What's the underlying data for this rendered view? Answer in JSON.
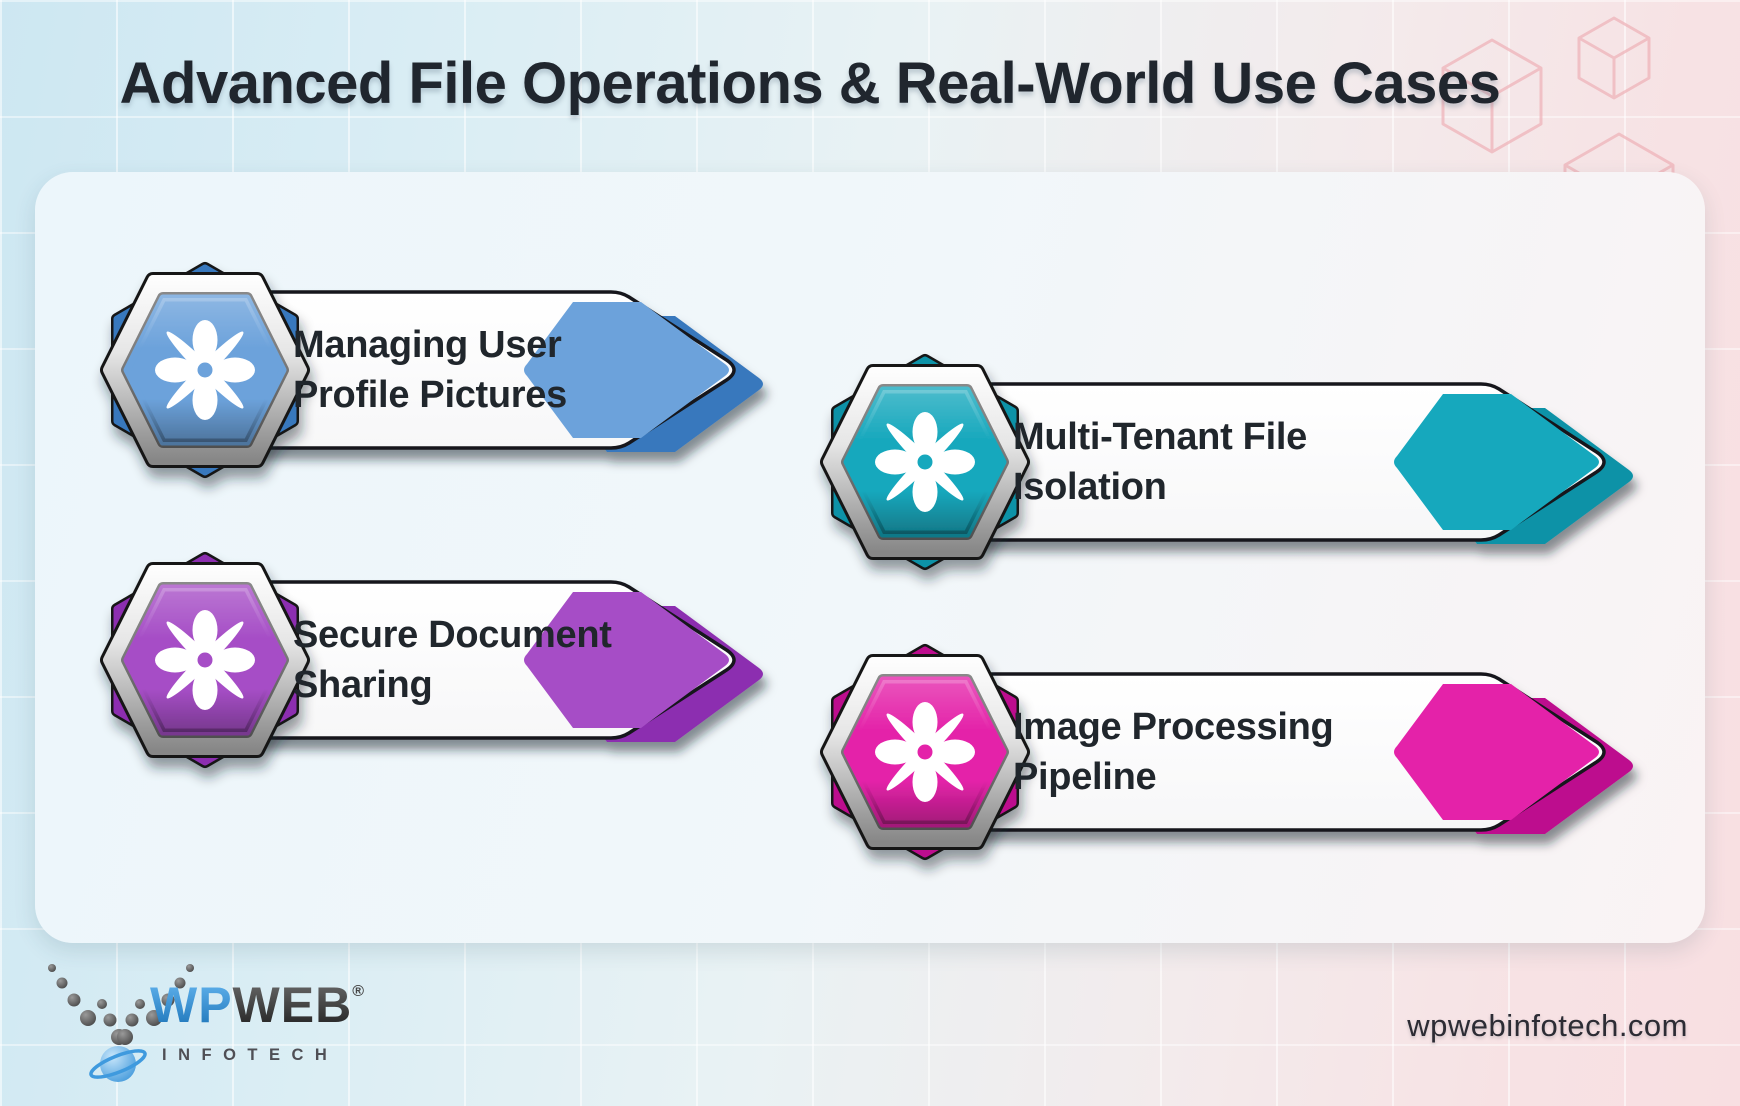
{
  "page": {
    "title": "Advanced File Operations & Real-World Use Cases",
    "website": "wpwebinfotech.com"
  },
  "brand": {
    "name_primary": "WP",
    "name_secondary": "WEB",
    "registered_mark": "®",
    "subtitle": "INFOTECH"
  },
  "use_cases": [
    {
      "label_lines": [
        "Managing User",
        "Profile Pictures"
      ],
      "accent_color": "#6CA2DB",
      "accent_dark_color": "#3778BD"
    },
    {
      "label_lines": [
        "Multi-Tenant File",
        "Isolation"
      ],
      "accent_color": "#17A8BD",
      "accent_dark_color": "#0D92A7"
    },
    {
      "label_lines": [
        "Secure Document",
        "Sharing"
      ],
      "accent_color": "#A64EC6",
      "accent_dark_color": "#8C2DB0"
    },
    {
      "label_lines": [
        "Image Processing",
        "Pipeline"
      ],
      "accent_color": "#E423A9",
      "accent_dark_color": "#BD0F8E"
    }
  ]
}
